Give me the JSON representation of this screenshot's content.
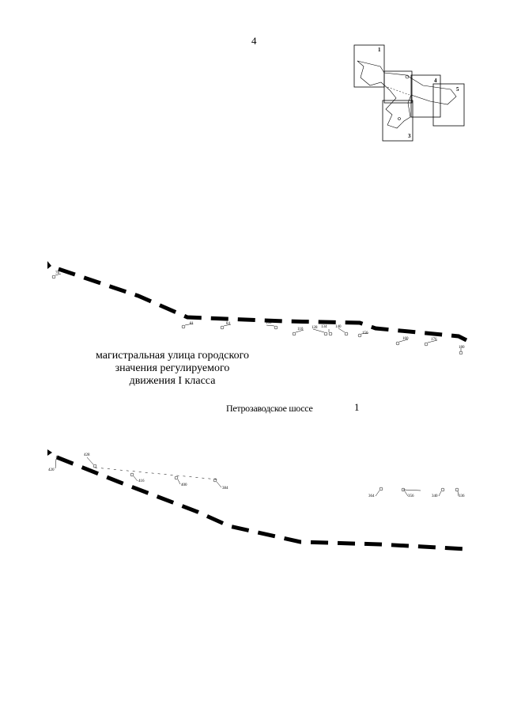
{
  "page": {
    "number": "4"
  },
  "index_map": {
    "sheets": [
      "1",
      "3",
      "4",
      "5"
    ]
  },
  "road": {
    "class_label": "магистральная улица городского\nзначения регулируемого\nдвижения I класса",
    "street_name": "Петрозаводское шоссе",
    "sheet_number": "1"
  },
  "upper_points": [
    "78",
    "81",
    "84",
    "100",
    "110",
    "128",
    "134",
    "140",
    "156",
    "160",
    "176",
    "180"
  ],
  "lower_points": [
    "420",
    "428",
    "416",
    "400",
    "384",
    "364",
    "356",
    "340",
    "336"
  ]
}
